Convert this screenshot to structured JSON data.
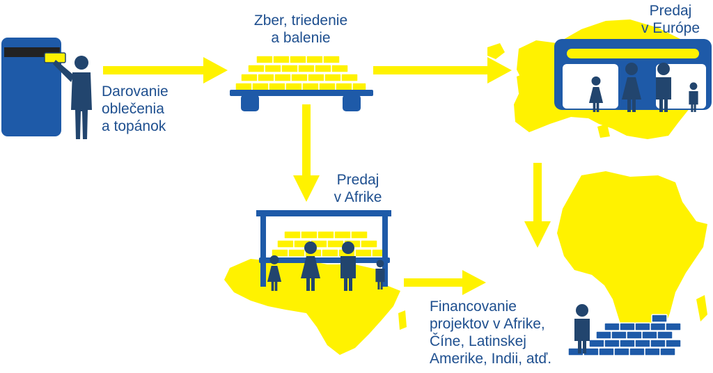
{
  "colors": {
    "blue": "#1e5aa8",
    "dark_blue": "#1e4f8f",
    "yellow": "#fff200",
    "person": "#22456e"
  },
  "steps": {
    "donation": {
      "lines": [
        "Darovanie",
        "oblečenia",
        "a topánok"
      ]
    },
    "collection": {
      "lines": [
        "Zber, triedenie",
        "a balenie"
      ]
    },
    "europe": {
      "lines": [
        "Predaj",
        "v Európe"
      ]
    },
    "africa": {
      "lines": [
        "Predaj",
        "v Afrike"
      ]
    },
    "financing": {
      "lines": [
        "Financovanie",
        "projektov v Afrike,",
        "Číne, Latinskej",
        "Amerike, Indii, atď."
      ]
    }
  }
}
